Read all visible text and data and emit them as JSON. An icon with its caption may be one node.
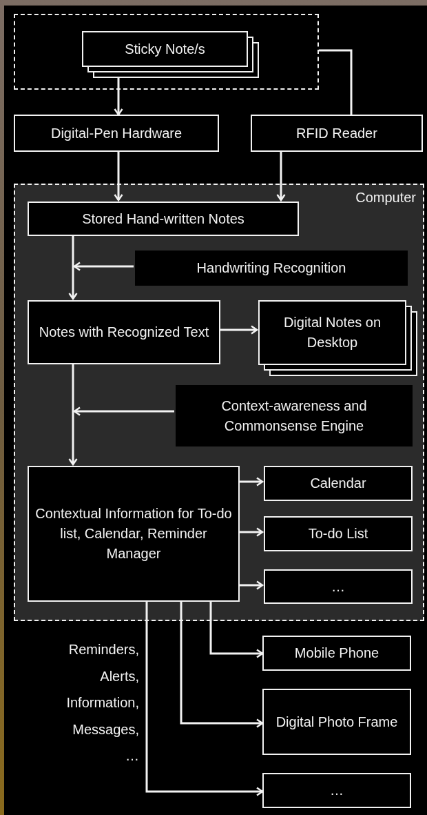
{
  "diagram": {
    "nodes": [
      {
        "text": [],
        "shape": "box"
      },
      {
        "text": [
          "Sticky Note/s"
        ],
        "in": 0
      },
      {
        "text": [
          "Digital-Pen Hardware"
        ]
      },
      {
        "text": [
          "RFID Reader"
        ]
      },
      {
        "text": [
          "Computer"
        ]
      },
      {
        "text": [
          "Stored Hand-written Notes"
        ],
        "in": 4
      },
      {
        "text": [
          "Handwriting Recognition"
        ],
        "in": 4
      },
      {
        "text": [
          "Notes with Recognized Text"
        ],
        "in": 4
      },
      {
        "text": [
          "Digital Notes on Desktop"
        ],
        "in": 4
      },
      {
        "text": [
          "Context-awareness and Commonsense Engine"
        ],
        "in": 4
      },
      {
        "text": [
          "Contextual Information for To-do list, Calendar, Reminder Manager"
        ],
        "in": 4
      },
      {
        "text": [
          "Calendar"
        ],
        "in": 4
      },
      {
        "text": [
          "To-do List"
        ],
        "in": 4
      },
      {
        "text": [
          "…"
        ],
        "in": 4
      },
      {
        "text": [
          "Mobile Phone"
        ]
      },
      {
        "text": [
          "Digital Photo Frame"
        ]
      },
      {
        "text": [
          "…"
        ]
      }
    ],
    "edges": [
      {
        "from": 1,
        "to": 2,
        "arrow": "to"
      },
      {
        "from": 0,
        "to": 3,
        "arrow": "none"
      },
      {
        "from": 2,
        "to": 5,
        "arrow": "to"
      },
      {
        "from": 3,
        "to": 5,
        "arrow": "to"
      },
      {
        "from": 5,
        "to": 7,
        "arrow": "to"
      },
      {
        "from": 6,
        "to": null,
        "arrow": "to"
      },
      {
        "from": 7,
        "to": 8,
        "arrow": "to"
      },
      {
        "from": 7,
        "to": 10,
        "arrow": "to"
      },
      {
        "from": 9,
        "to": null,
        "arrow": "to"
      },
      {
        "from": 10,
        "to": 11,
        "arrow": "to"
      },
      {
        "from": 10,
        "to": 12,
        "arrow": "to"
      },
      {
        "from": 10,
        "to": 13,
        "arrow": "to"
      },
      {
        "from": 10,
        "to": 14,
        "arrow": "to"
      },
      {
        "from": 10,
        "to": 15,
        "arrow": "to"
      },
      {
        "from": 10,
        "to": 16,
        "arrow": "to"
      }
    ],
    "labels": [
      "Reminders, Alerts, Information, Messages, …"
    ]
  }
}
